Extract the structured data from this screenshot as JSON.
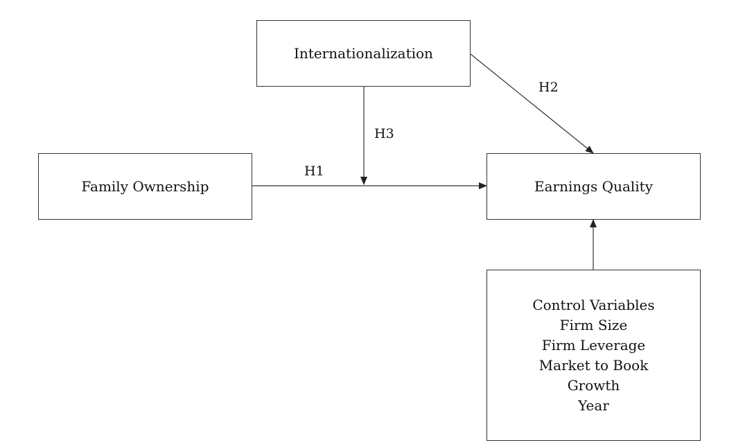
{
  "nodes": {
    "internationalization": "Internationalization",
    "family_ownership": "Family Ownership",
    "earnings_quality": "Earnings Quality",
    "controls": {
      "title": "Control Variables",
      "items": [
        "Firm Size",
        "Firm Leverage",
        "Market to Book",
        "Growth",
        "Year"
      ]
    }
  },
  "edges": {
    "h1": "H1",
    "h2": "H2",
    "h3": "H3"
  },
  "colors": {
    "line": "#333333",
    "background": "#ffffff"
  }
}
